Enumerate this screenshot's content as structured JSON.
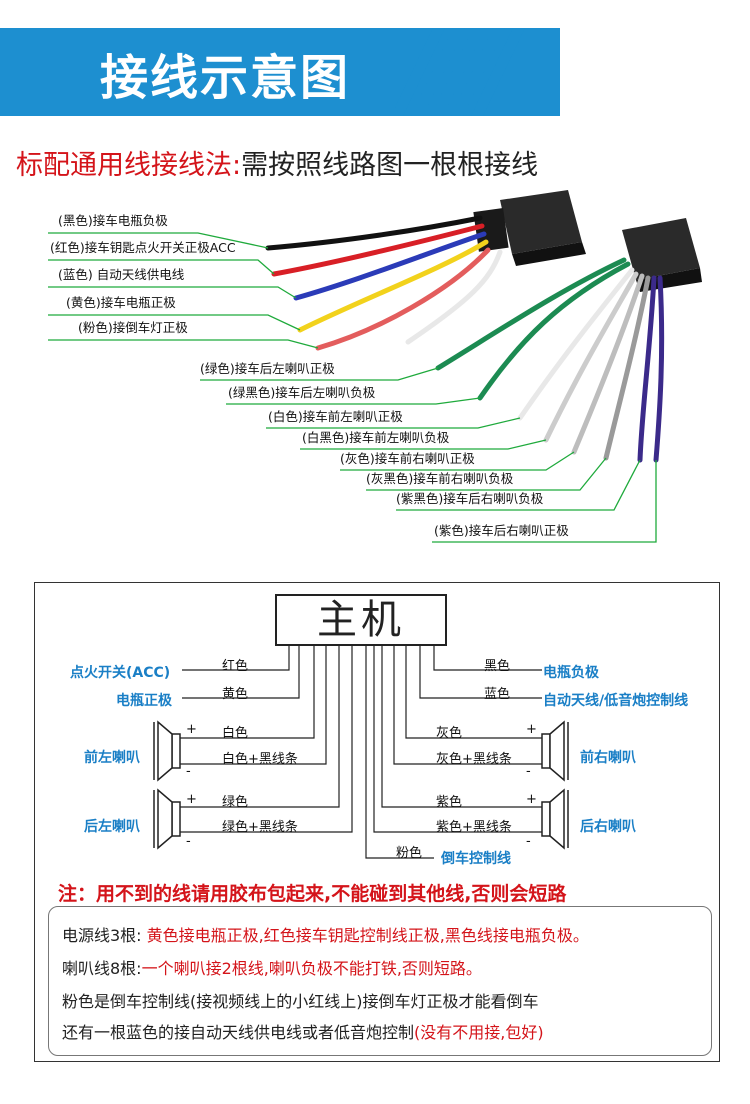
{
  "title": "接线示意图",
  "subtitle": {
    "red": "标配通用线接线法:",
    "black": "需按照线路图一根根接线"
  },
  "wire_labels": [
    "(黑色)接车电瓶负极",
    "(红色)接车钥匙点火开关正极ACC",
    "(蓝色) 自动天线供电线",
    "(黄色)接车电瓶正极",
    "(粉色)接倒车灯正极",
    "(绿色)接车后左喇叭正极",
    "(绿黑色)接车后左喇叭负极",
    "(白色)接车前左喇叭正极",
    "(白黑色)接车前左喇叭负极",
    "(灰色)接车前右喇叭正极",
    "(灰黑色)接车前右喇叭负极",
    "(紫黑色)接车后右喇叭负极",
    "(紫色)接车后右喇叭正极"
  ],
  "diagram": {
    "host": "主机",
    "left_labels": {
      "acc": "点火开关(ACC)",
      "bat_pos": "电瓶正极",
      "front_left": "前左喇叭",
      "rear_left": "后左喇叭"
    },
    "right_labels": {
      "bat_neg": "电瓶负极",
      "antenna": "自动天线/低音炮控制线",
      "front_right": "前右喇叭",
      "rear_right": "后右喇叭"
    },
    "wires": {
      "red": "红色",
      "yellow": "黄色",
      "white": "白色",
      "white_black": "白色+黑线条",
      "green": "绿色",
      "green_black": "绿色+黑线条",
      "black": "黑色",
      "blue": "蓝色",
      "gray": "灰色",
      "gray_black": "灰色+黑线条",
      "purple": "紫色",
      "purple_black": "紫色+黑线条",
      "pink": "粉色"
    },
    "reverse": "倒车控制线",
    "plus": "+",
    "minus": "-"
  },
  "warning": "注：用不到的线请用胶布包起来,不能碰到其他线,否则会短路",
  "notes": {
    "l1_black": "电源线3根: ",
    "l1_red": "黄色接电瓶正极,红色接车钥匙控制线正极,黑色线接电瓶负极。",
    "l2_black": "喇叭线8根:",
    "l2_red": "一个喇叭接2根线,喇叭负极不能打铁,否则短路。",
    "l3": "粉色是倒车控制线(接视频线上的小红线上)接倒车灯正极才能看倒车",
    "l4_black": "还有一根蓝色的接自动天线供电线或者低音炮控制",
    "l4_red": "(没有不用接,包好)"
  },
  "colors": {
    "accent": "#1d8fd0",
    "warning": "#d4141a",
    "label_blue": "#1a7fc6",
    "leader_green": "#1faa3c"
  }
}
